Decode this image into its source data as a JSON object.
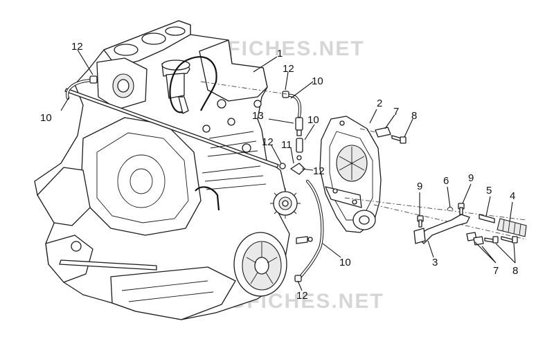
{
  "watermark": {
    "top": "ACROFICHES.NET",
    "bottom": "ACROFICHES.NET"
  },
  "callouts": [
    {
      "id": "c1",
      "label": "1"
    },
    {
      "id": "c12a",
      "label": "12"
    },
    {
      "id": "c12b",
      "label": "12"
    },
    {
      "id": "c10a",
      "label": "10"
    },
    {
      "id": "c10b",
      "label": "10"
    },
    {
      "id": "c2",
      "label": "2"
    },
    {
      "id": "c7a",
      "label": "7"
    },
    {
      "id": "c8a",
      "label": "8"
    },
    {
      "id": "c13",
      "label": "13"
    },
    {
      "id": "c10c",
      "label": "10"
    },
    {
      "id": "c12c",
      "label": "12"
    },
    {
      "id": "c11",
      "label": "11"
    },
    {
      "id": "c12d",
      "label": "12"
    },
    {
      "id": "c9a",
      "label": "9"
    },
    {
      "id": "c6",
      "label": "6"
    },
    {
      "id": "c9b",
      "label": "9"
    },
    {
      "id": "c5",
      "label": "5"
    },
    {
      "id": "c4",
      "label": "4"
    },
    {
      "id": "c3",
      "label": "3"
    },
    {
      "id": "c7b",
      "label": "7"
    },
    {
      "id": "c8b",
      "label": "8"
    },
    {
      "id": "c10d",
      "label": "10"
    },
    {
      "id": "c12e",
      "label": "12"
    }
  ]
}
